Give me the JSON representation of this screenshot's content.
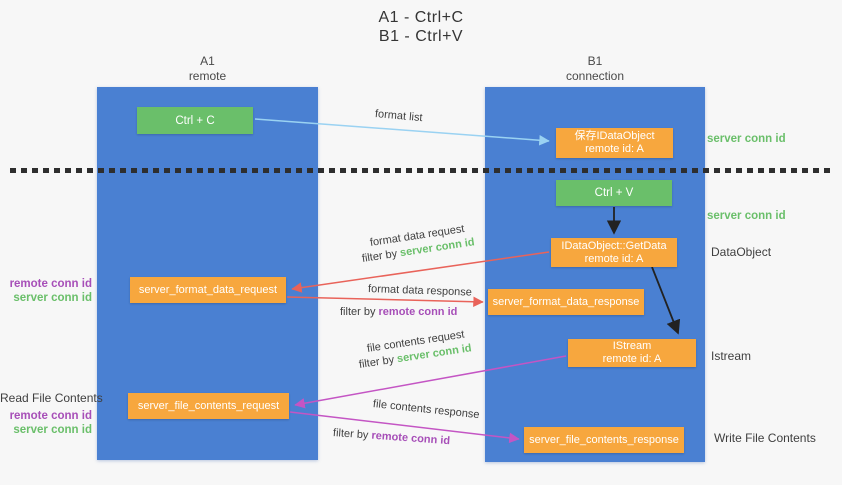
{
  "title": {
    "line1": "A1 - Ctrl+C",
    "line2": "B1 - Ctrl+V"
  },
  "lifelines": {
    "left": {
      "name": "A1",
      "role": "remote"
    },
    "right": {
      "name": "B1",
      "role": "connection"
    }
  },
  "nodes": {
    "ctrl_c": {
      "label": "Ctrl + C"
    },
    "save_dataobject": {
      "line1": "保存IDataObject",
      "line2": "remote id: A"
    },
    "ctrl_v": {
      "label": "Ctrl + V"
    },
    "getdata": {
      "line1": "IDataObject::GetData",
      "line2": "remote id: A"
    },
    "istream": {
      "line1": "IStream",
      "line2": "remote id: A"
    },
    "server_format_data_request": {
      "label": "server_format_data_request"
    },
    "server_format_data_response": {
      "label": "server_format_data_response"
    },
    "server_file_contents_request": {
      "label": "server_file_contents_request"
    },
    "server_file_contents_response": {
      "label": "server_file_contents_response"
    }
  },
  "arrow_labels": {
    "format_list": "format list",
    "format_data_request": "format data request",
    "format_data_response": "format data response",
    "file_contents_request": "file contents request",
    "file_contents_response": "file contents response",
    "filter_by": "filter by ",
    "server_conn_id": "server conn id",
    "remote_conn_id": "remote conn id"
  },
  "side_labels": {
    "server_conn_id_top": "server conn id",
    "server_conn_id_mid": "server conn id",
    "dataobject": "DataObject",
    "istream": "Istream",
    "write_file_contents": "Write File Contents",
    "read_file_contents": "Read File Contents",
    "remote_conn_id_left_1": "remote conn id",
    "server_conn_id_left_1": "server conn id",
    "remote_conn_id_left_2": "remote conn id",
    "server_conn_id_left_2": "server conn id"
  },
  "colors": {
    "column_blue": "#4a80d2",
    "box_green": "#6abf6a",
    "box_orange": "#f7a73e",
    "arrow_blue": "#9ad2f2",
    "arrow_red": "#e9635a",
    "arrow_magenta": "#c455c4",
    "arrow_black": "#222222",
    "text_green": "#6abf6a",
    "text_purple": "#a74fb8",
    "text_dark": "#3f3f3f"
  }
}
